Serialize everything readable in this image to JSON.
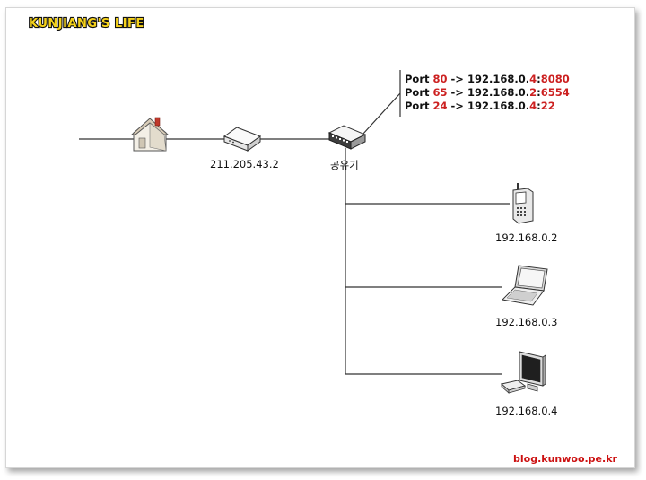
{
  "logo_text": "KUNJIANG'S LIFE",
  "modem": {
    "ip": "211.205.43.2"
  },
  "router": {
    "label": "공유기"
  },
  "ports": [
    {
      "prefix": "Port ",
      "port": "80",
      "arrow": " -> ",
      "ip_base": "192.168.0.",
      "host": "4",
      "sep": ":",
      "target_port": "8080"
    },
    {
      "prefix": "Port ",
      "port": "65",
      "arrow": " -> ",
      "ip_base": "192.168.0.",
      "host": "2",
      "sep": ":",
      "target_port": "6554"
    },
    {
      "prefix": "Port ",
      "port": "24",
      "arrow": " -> ",
      "ip_base": "192.168.0.",
      "host": "4",
      "sep": ":",
      "target_port": "22"
    }
  ],
  "devices": {
    "phone": {
      "ip": "192.168.0.2"
    },
    "laptop": {
      "ip": "192.168.0.3"
    },
    "desktop": {
      "ip": "192.168.0.4"
    }
  },
  "footer": {
    "brand": "blog.kunwoo.pe.kr"
  },
  "colors": {
    "accent": "#cc2020",
    "wire": "#333333"
  }
}
